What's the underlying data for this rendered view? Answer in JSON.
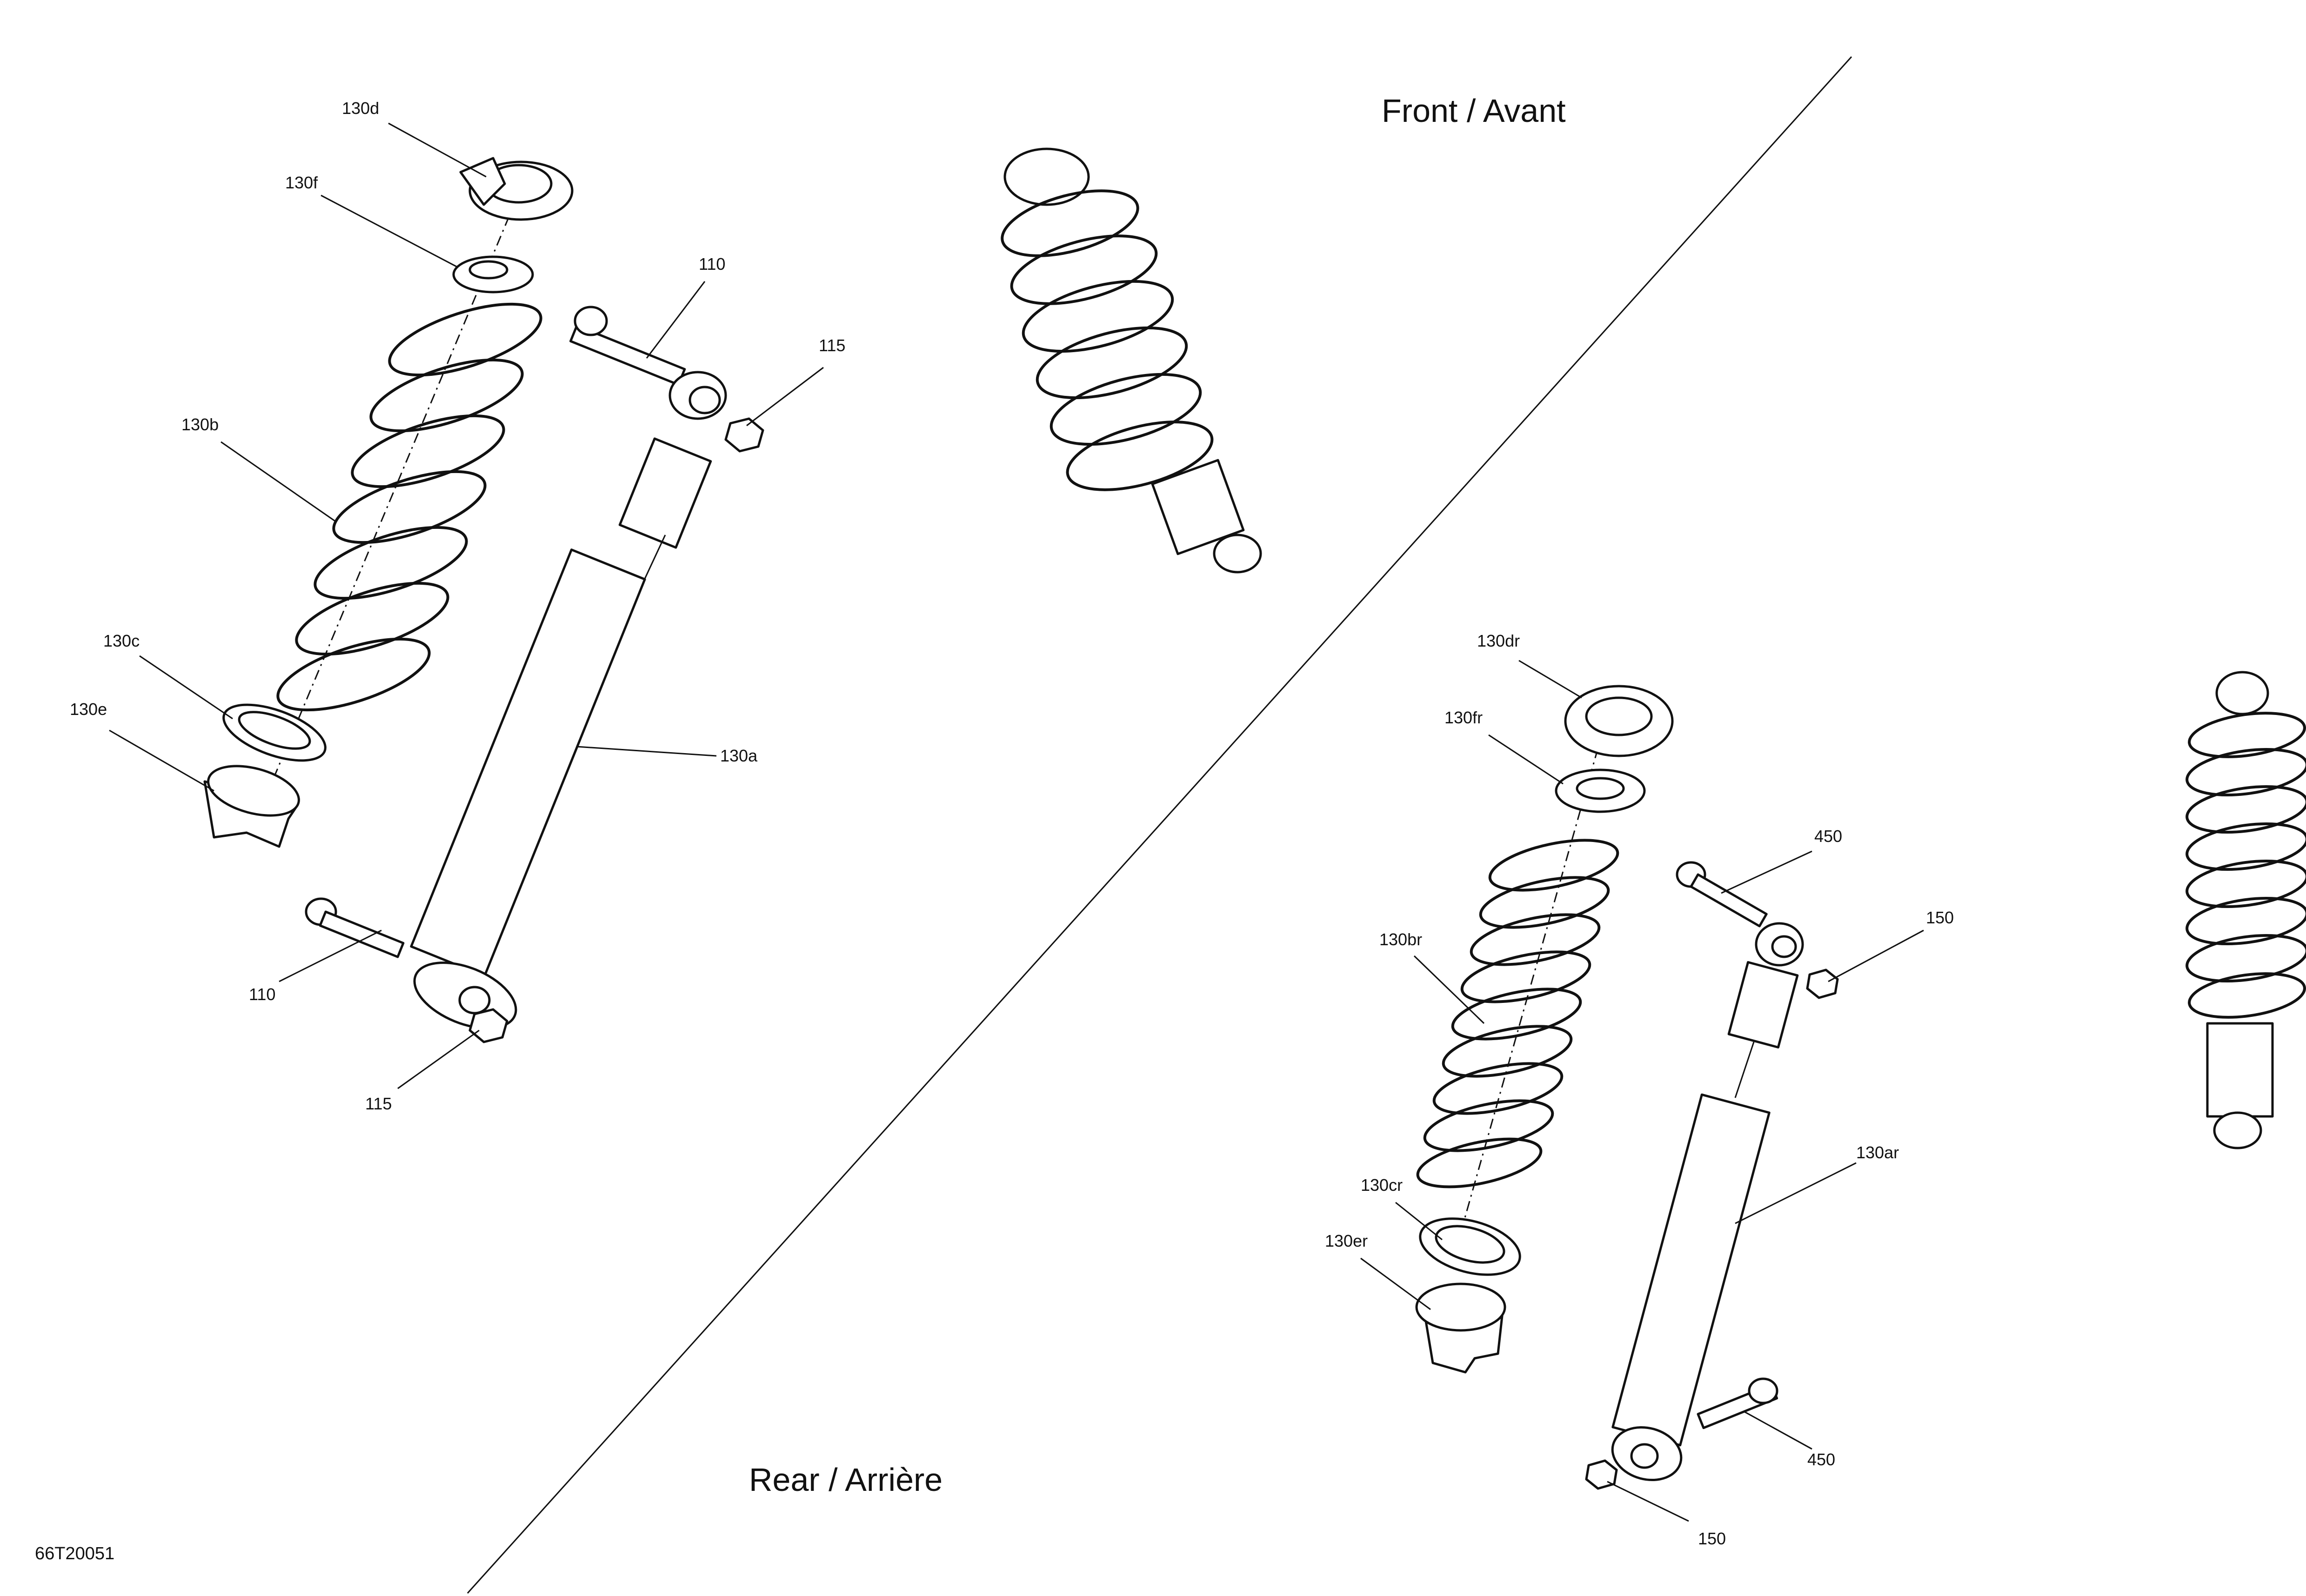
{
  "diagram": {
    "section_titles": {
      "front": "Front / Avant",
      "rear": "Rear / Arrière"
    },
    "drawing_code": "66T20051",
    "callouts": {
      "front_spring_cup_top": "130d",
      "front_spacer_top": "130f",
      "front_bolt_top": "110",
      "front_nut_top": "115",
      "front_spring": "130b",
      "front_spring_seat": "130c",
      "front_adjuster": "130e",
      "front_shock_body": "130a",
      "front_bolt_bottom": "110",
      "front_nut_bottom": "115",
      "rear_spring_cup_top": "130dr",
      "rear_spacer_top": "130fr",
      "rear_bolt_top": "450",
      "rear_nut_top": "150",
      "rear_spring": "130br",
      "rear_spring_seat": "130cr",
      "rear_adjuster": "130er",
      "rear_shock_body": "130ar",
      "rear_bolt_bottom": "450",
      "rear_nut_bottom": "150"
    }
  }
}
